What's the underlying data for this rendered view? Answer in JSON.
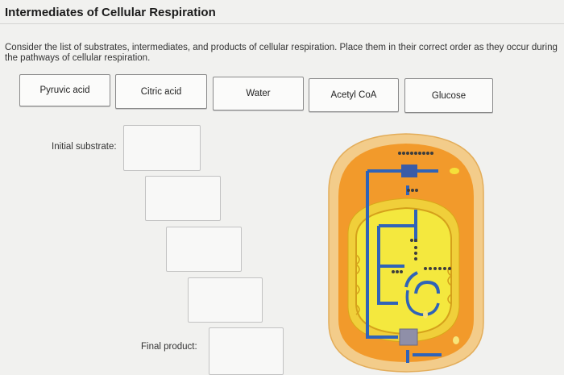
{
  "page": {
    "title": "Intermediates of Cellular Respiration",
    "instructions": "Consider the list of substrates, intermediates, and products of cellular respiration. Place them in their correct order as they occur during the pathways of cellular respiration."
  },
  "options": [
    "Pyruvic acid",
    "Citric acid",
    "Water",
    "Acetyl CoA",
    "Glucose"
  ],
  "slots": {
    "initial_label": "Initial substrate:",
    "final_label": "Final product:"
  },
  "colors": {
    "cell_outer": "#f0c27c",
    "cytoplasm": "#f29a2b",
    "mito_outer": "#f0cf3a",
    "mito_matrix": "#f3e53a",
    "arrow_blue": "#2f63b8",
    "transporter": "#8f8fa8"
  }
}
